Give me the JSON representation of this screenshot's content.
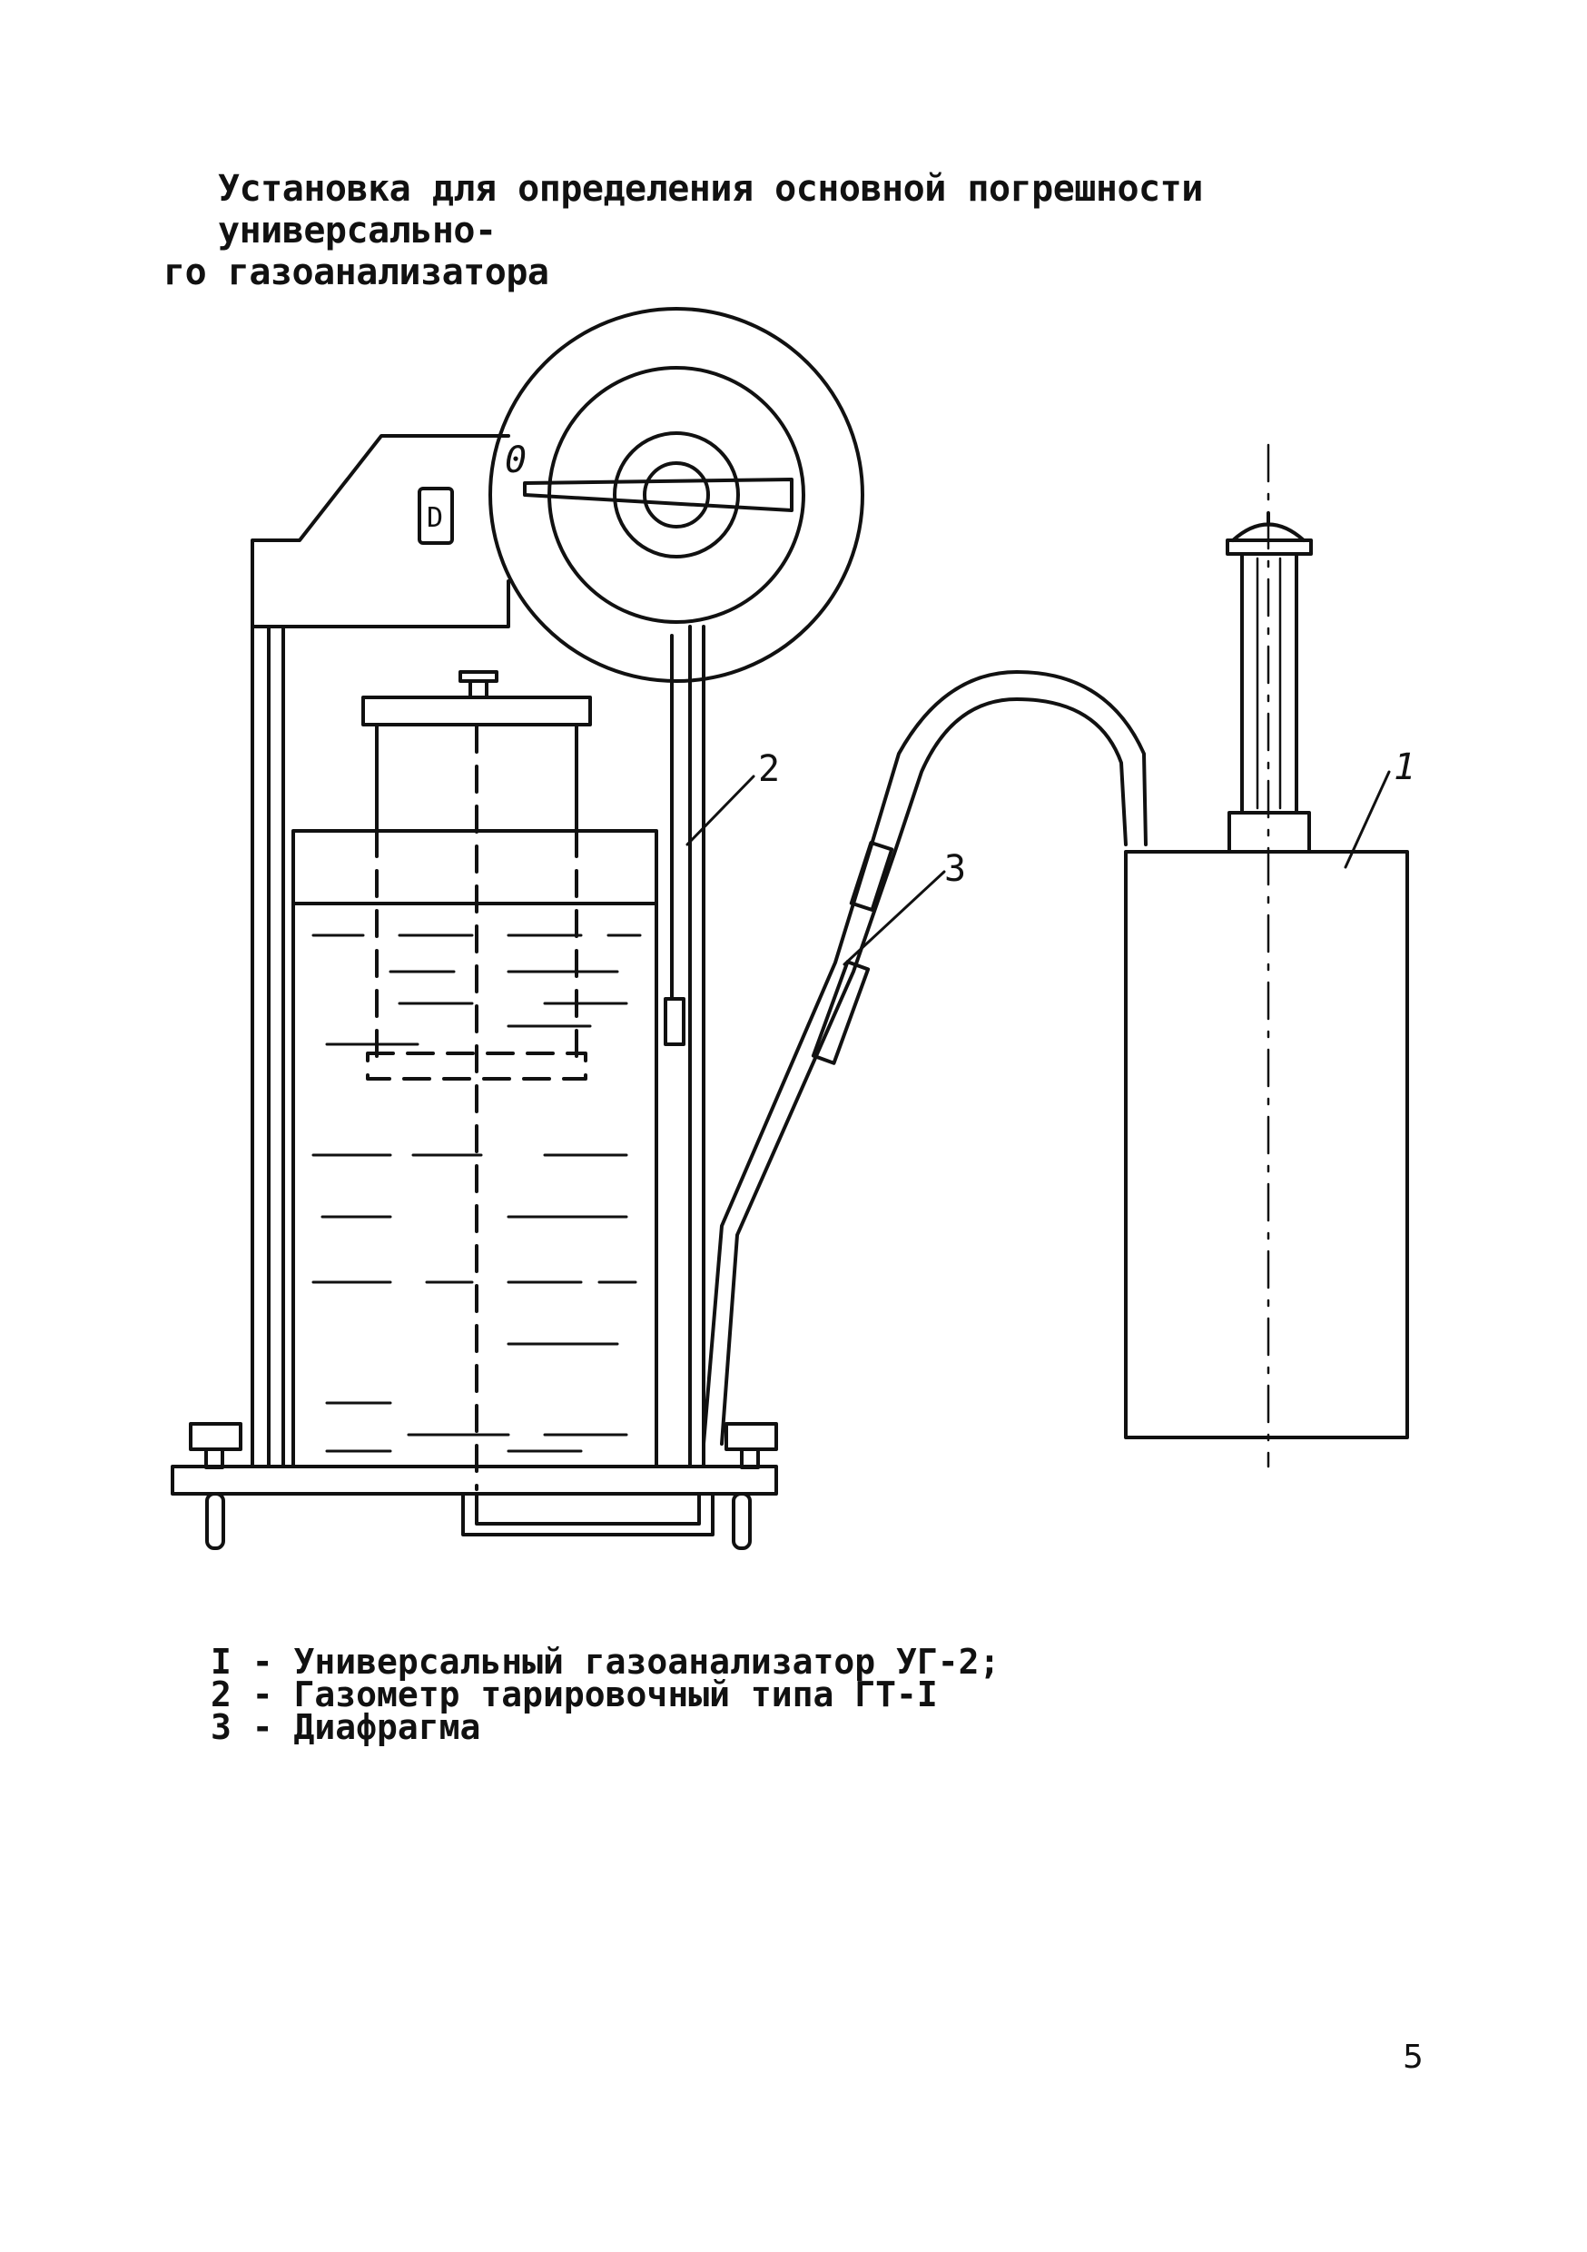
{
  "title": {
    "line1": "Установка для определения основной погрешности универсально-",
    "line2": "го газоанализатора"
  },
  "figure": {
    "callouts": [
      "1",
      "2",
      "3"
    ],
    "dial_mark": "0",
    "panel_icon_letter": "D"
  },
  "legend": [
    "I - Универсальный газоанализатор УГ-2;",
    "2 - Газометр тарировочный типа ГТ-I",
    "3 - Диафрагма"
  ],
  "page_number": "5"
}
